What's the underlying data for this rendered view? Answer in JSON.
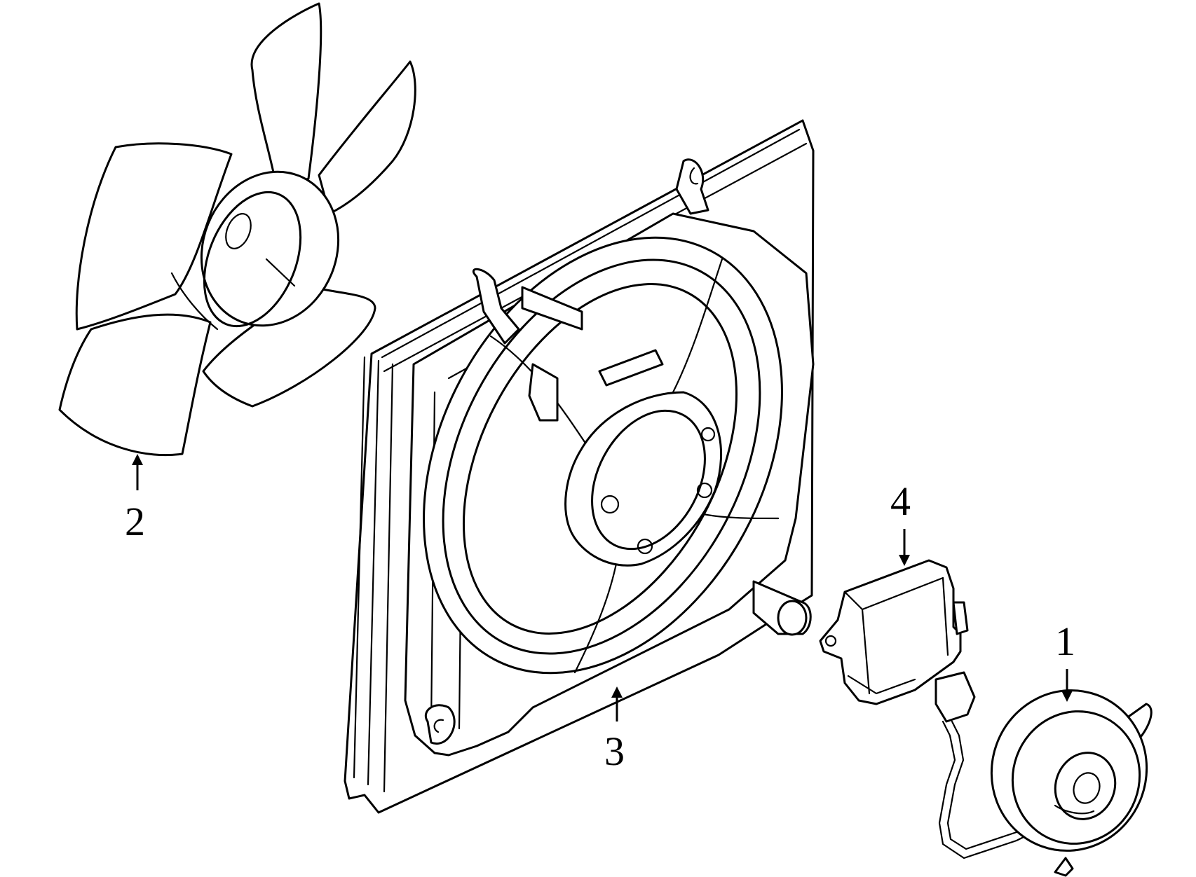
{
  "callouts": {
    "fan_blade": "2",
    "shroud": "3",
    "control_module": "4",
    "motor": "1"
  },
  "colors": {
    "line": "#000000",
    "background": "#ffffff"
  }
}
